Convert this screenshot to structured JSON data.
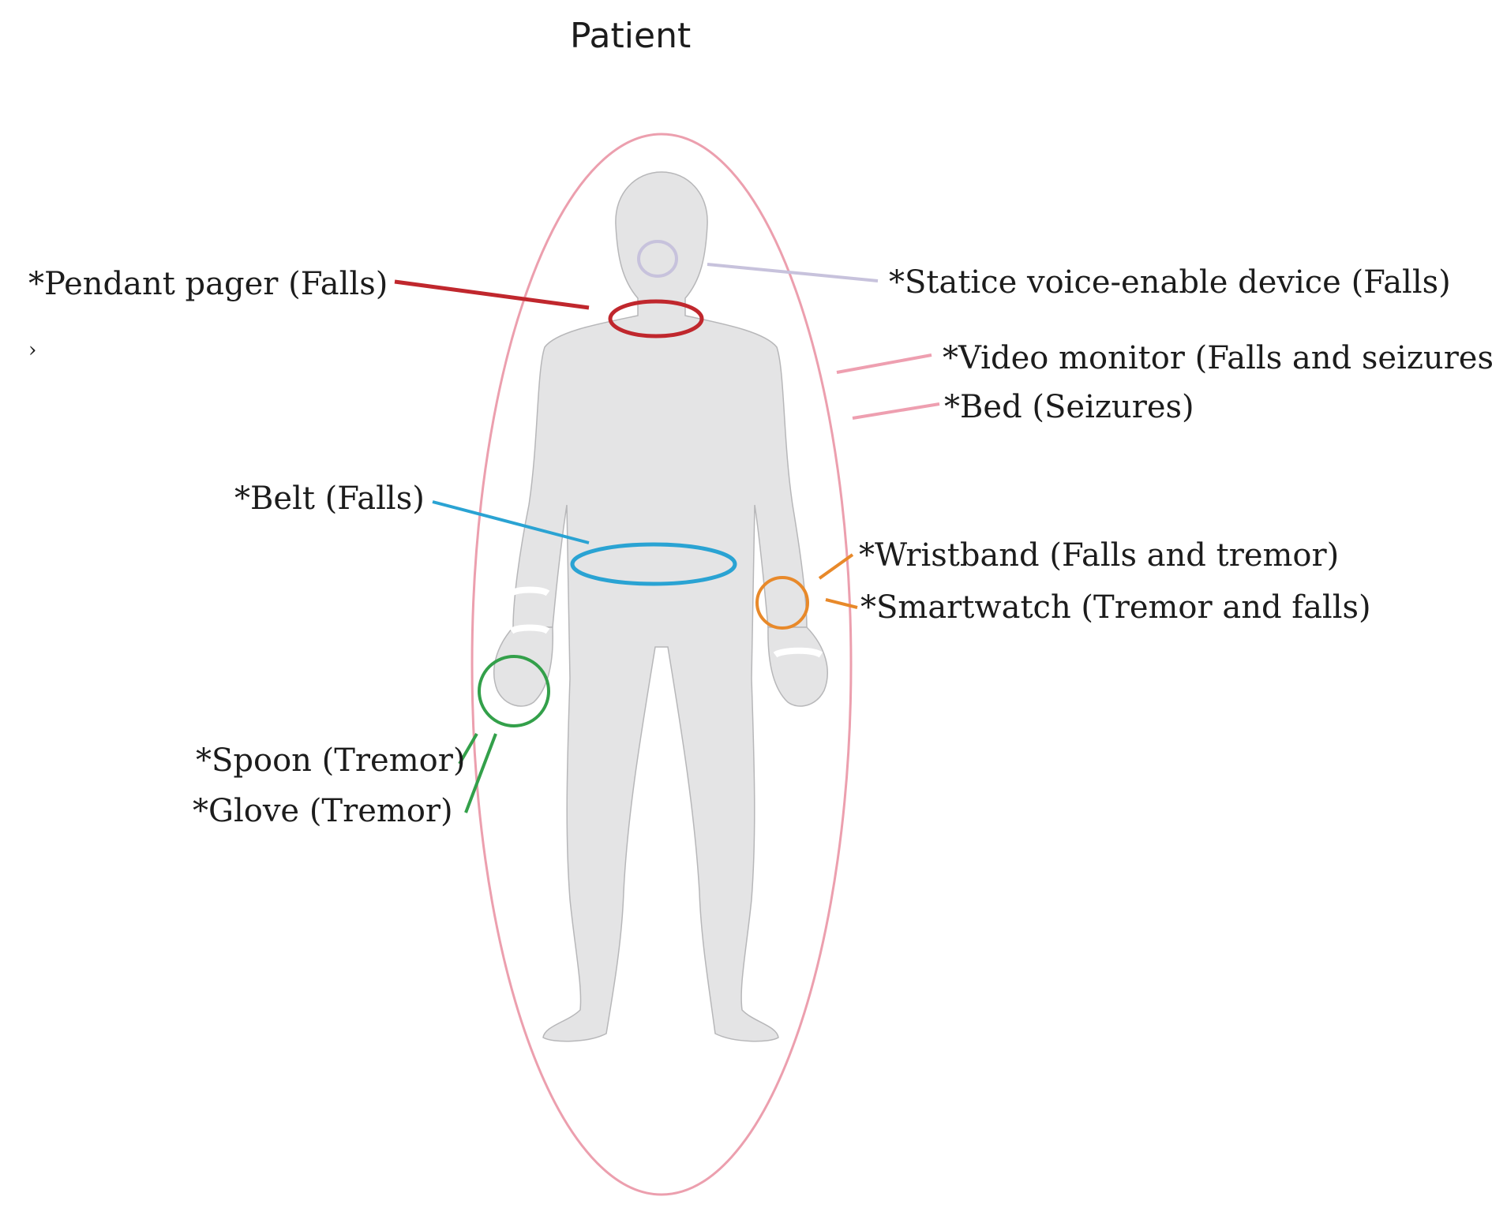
{
  "title": "Patient",
  "stray_mark": "›",
  "devices": [
    {
      "key": "pendant",
      "label": "*Pendant pager (Falls)",
      "color": "#c0272d"
    },
    {
      "key": "voice",
      "label": "*Statice voice-enable device (Falls)",
      "color": "#c7c2dc"
    },
    {
      "key": "video",
      "label": "*Video monitor (Falls and seizures)",
      "color": "#ee9fb0"
    },
    {
      "key": "bed",
      "label": "*Bed (Seizures)",
      "color": "#ee9fb0"
    },
    {
      "key": "belt",
      "label": "*Belt (Falls)",
      "color": "#2aa3d3"
    },
    {
      "key": "wristband",
      "label": "*Wristband (Falls and tremor)",
      "color": "#e8892a"
    },
    {
      "key": "smartwatch",
      "label": "*Smartwatch (Tremor and falls)",
      "color": "#e8892a"
    },
    {
      "key": "spoon",
      "label": "*Spoon (Tremor)",
      "color": "#33a04a"
    },
    {
      "key": "glove",
      "label": "*Glove (Tremor)",
      "color": "#33a04a"
    }
  ],
  "colors": {
    "aura_outline": "#ec9fae",
    "body_fill": "#e4e4e5",
    "body_outline": "#b7b7b9"
  }
}
